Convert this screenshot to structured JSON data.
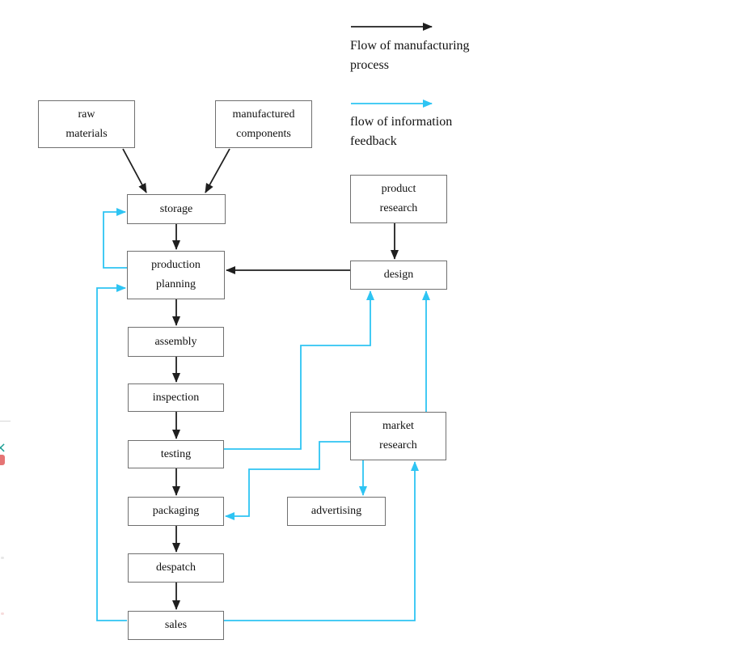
{
  "diagram_title": "",
  "legend": {
    "manufacturing": {
      "label": "Flow of manufacturing process",
      "color": "#1f1f1f"
    },
    "feedback": {
      "label": "flow of information feedback",
      "color": "#2ec4f3"
    }
  },
  "colors": {
    "manufacturing_flow": "#1f1f1f",
    "information_feedback": "#2ec4f3",
    "box_border": "#707070",
    "background": "#ffffff"
  },
  "nodes": {
    "raw_materials": {
      "label": "raw\nmaterials"
    },
    "manufactured_components": {
      "label": "manufactured\ncomponents"
    },
    "storage": {
      "label": "storage"
    },
    "production_planning": {
      "label": "production\nplanning"
    },
    "assembly": {
      "label": "assembly"
    },
    "inspection": {
      "label": "inspection"
    },
    "testing": {
      "label": "testing"
    },
    "packaging": {
      "label": "packaging"
    },
    "despatch": {
      "label": "despatch"
    },
    "sales": {
      "label": "sales"
    },
    "product_research": {
      "label": "product\nresearch"
    },
    "design": {
      "label": "design"
    },
    "market_research": {
      "label": "market\nresearch"
    },
    "advertising": {
      "label": "advertising"
    }
  },
  "edges": {
    "manufacturing_flow": [
      {
        "from": "raw materials",
        "to": "storage"
      },
      {
        "from": "manufactured components",
        "to": "storage"
      },
      {
        "from": "storage",
        "to": "production planning"
      },
      {
        "from": "production planning",
        "to": "assembly"
      },
      {
        "from": "assembly",
        "to": "inspection"
      },
      {
        "from": "inspection",
        "to": "testing"
      },
      {
        "from": "testing",
        "to": "packaging"
      },
      {
        "from": "packaging",
        "to": "despatch"
      },
      {
        "from": "despatch",
        "to": "sales"
      },
      {
        "from": "product research",
        "to": "design"
      },
      {
        "from": "design",
        "to": "production planning"
      }
    ],
    "information_feedback": [
      {
        "from": "production planning",
        "to": "storage"
      },
      {
        "from": "sales",
        "to": "production planning"
      },
      {
        "from": "testing",
        "to": "design"
      },
      {
        "from": "market research",
        "to": "design"
      },
      {
        "from": "market research",
        "to": "packaging"
      },
      {
        "from": "market research",
        "to": "advertising"
      },
      {
        "from": "sales",
        "to": "market research"
      }
    ]
  }
}
